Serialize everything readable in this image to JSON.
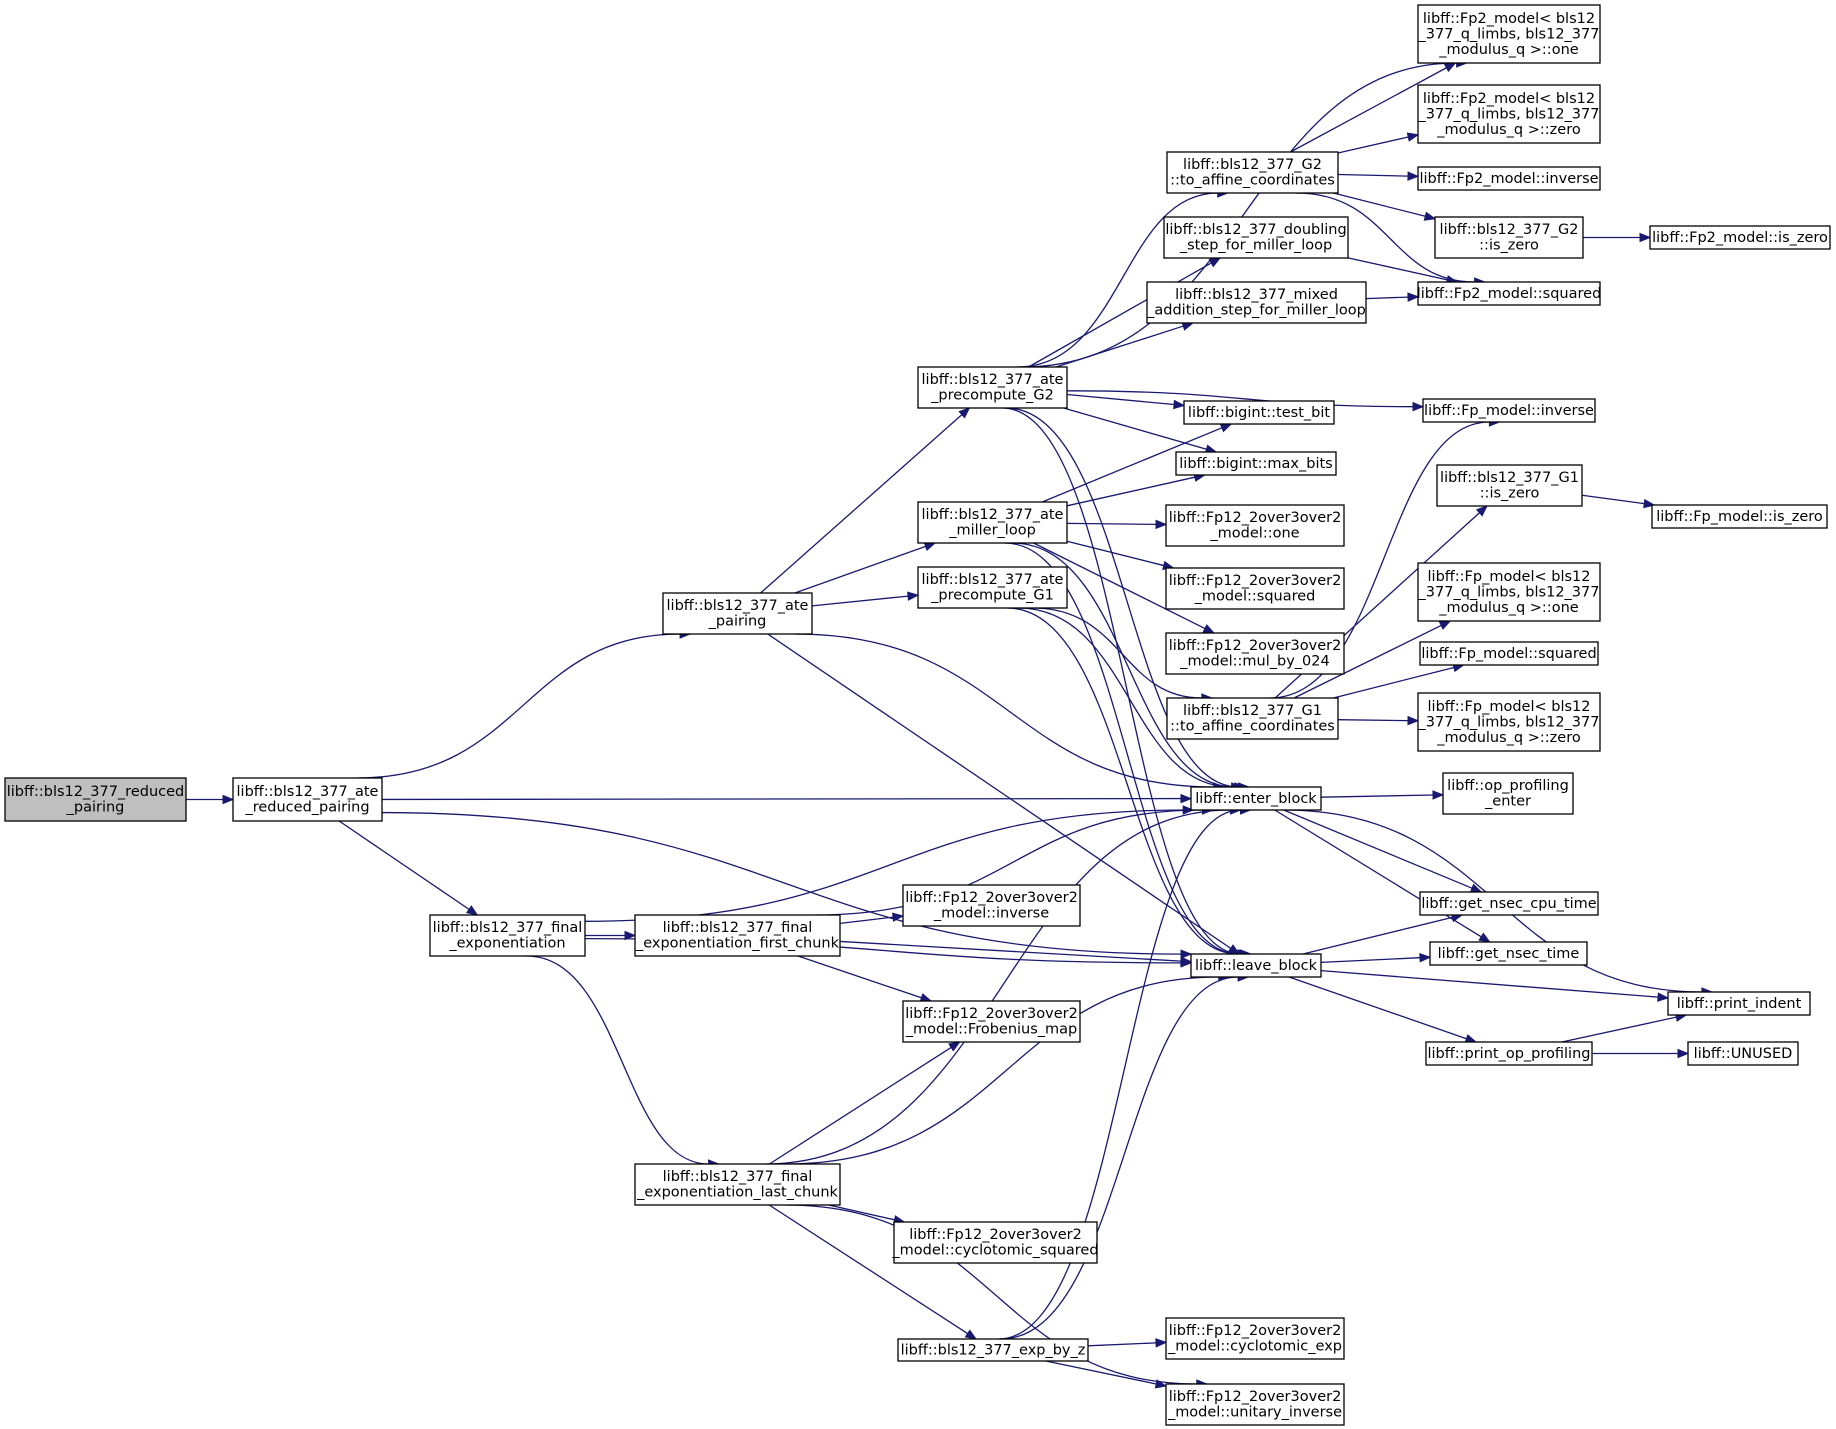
{
  "colors": {
    "edge": "#191970",
    "node_border": "#000000",
    "root_fill": "#bfbfbf",
    "node_fill": "#ffffff"
  },
  "nodes": {
    "reduced_pairing": [
      "libff::bls12_377_reduced",
      "_pairing"
    ],
    "ate_reduced_pairing": [
      "libff::bls12_377_ate",
      "_reduced_pairing"
    ],
    "ate_pairing": [
      "libff::bls12_377_ate",
      "_pairing"
    ],
    "final_exponentiation": [
      "libff::bls12_377_final",
      "_exponentiation"
    ],
    "final_first_chunk": [
      "libff::bls12_377_final",
      "_exponentiation_first_chunk"
    ],
    "final_last_chunk": [
      "libff::bls12_377_final",
      "_exponentiation_last_chunk"
    ],
    "ate_precompute_G2": [
      "libff::bls12_377_ate",
      "_precompute_G2"
    ],
    "ate_miller_loop": [
      "libff::bls12_377_ate",
      "_miller_loop"
    ],
    "ate_precompute_G1": [
      "libff::bls12_377_ate",
      "_precompute_G1"
    ],
    "fp12_inverse": [
      "libff::Fp12_2over3over2",
      "_model::inverse"
    ],
    "fp12_frobenius": [
      "libff::Fp12_2over3over2",
      "_model::Frobenius_map"
    ],
    "fp12_cyclotomic_squared": [
      "libff::Fp12_2over3over2",
      "_model::cyclotomic_squared"
    ],
    "exp_by_z": [
      "libff::bls12_377_exp_by_z"
    ],
    "g2_to_affine": [
      "libff::bls12_377_G2",
      "::to_affine_coordinates"
    ],
    "doubling_step": [
      "libff::bls12_377_doubling",
      "_step_for_miller_loop"
    ],
    "mixed_addition_step": [
      "libff::bls12_377_mixed",
      "_addition_step_for_miller_loop"
    ],
    "bigint_test_bit": [
      "libff::bigint::test_bit"
    ],
    "bigint_max_bits": [
      "libff::bigint::max_bits"
    ],
    "fp12_one": [
      "libff::Fp12_2over3over2",
      "_model::one"
    ],
    "fp12_squared": [
      "libff::Fp12_2over3over2",
      "_model::squared"
    ],
    "fp12_mul_by_024": [
      "libff::Fp12_2over3over2",
      "_model::mul_by_024"
    ],
    "g1_to_affine": [
      "libff::bls12_377_G1",
      "::to_affine_coordinates"
    ],
    "enter_block": [
      "libff::enter_block"
    ],
    "leave_block": [
      "libff::leave_block"
    ],
    "fp12_cyclotomic_exp": [
      "libff::Fp12_2over3over2",
      "_model::cyclotomic_exp"
    ],
    "fp12_unitary_inverse": [
      "libff::Fp12_2over3over2",
      "_model::unitary_inverse"
    ],
    "fp2_one": [
      "libff::Fp2_model< bls12",
      "_377_q_limbs, bls12_377",
      "_modulus_q >::one"
    ],
    "fp2_zero": [
      "libff::Fp2_model< bls12",
      "_377_q_limbs, bls12_377",
      "_modulus_q >::zero"
    ],
    "fp2_inverse": [
      "libff::Fp2_model::inverse"
    ],
    "g2_is_zero": [
      "libff::bls12_377_G2",
      "::is_zero"
    ],
    "fp2_squared": [
      "libff::Fp2_model::squared"
    ],
    "fp2_is_zero": [
      "libff::Fp2_model::is_zero"
    ],
    "fp_inverse": [
      "libff::Fp_model::inverse"
    ],
    "g1_is_zero": [
      "libff::bls12_377_G1",
      "::is_zero"
    ],
    "fp_one": [
      "libff::Fp_model< bls12",
      "_377_q_limbs, bls12_377",
      "_modulus_q >::one"
    ],
    "fp_squared": [
      "libff::Fp_model::squared"
    ],
    "fp_zero": [
      "libff::Fp_model< bls12",
      "_377_q_limbs, bls12_377",
      "_modulus_q >::zero"
    ],
    "fp_is_zero": [
      "libff::Fp_model::is_zero"
    ],
    "op_profiling_enter": [
      "libff::op_profiling",
      "_enter"
    ],
    "get_nsec_cpu_time": [
      "libff::get_nsec_cpu_time"
    ],
    "get_nsec_time": [
      "libff::get_nsec_time"
    ],
    "print_indent": [
      "libff::print_indent"
    ],
    "print_op_profiling": [
      "libff::print_op_profiling"
    ],
    "unused": [
      "libff::UNUSED"
    ]
  }
}
